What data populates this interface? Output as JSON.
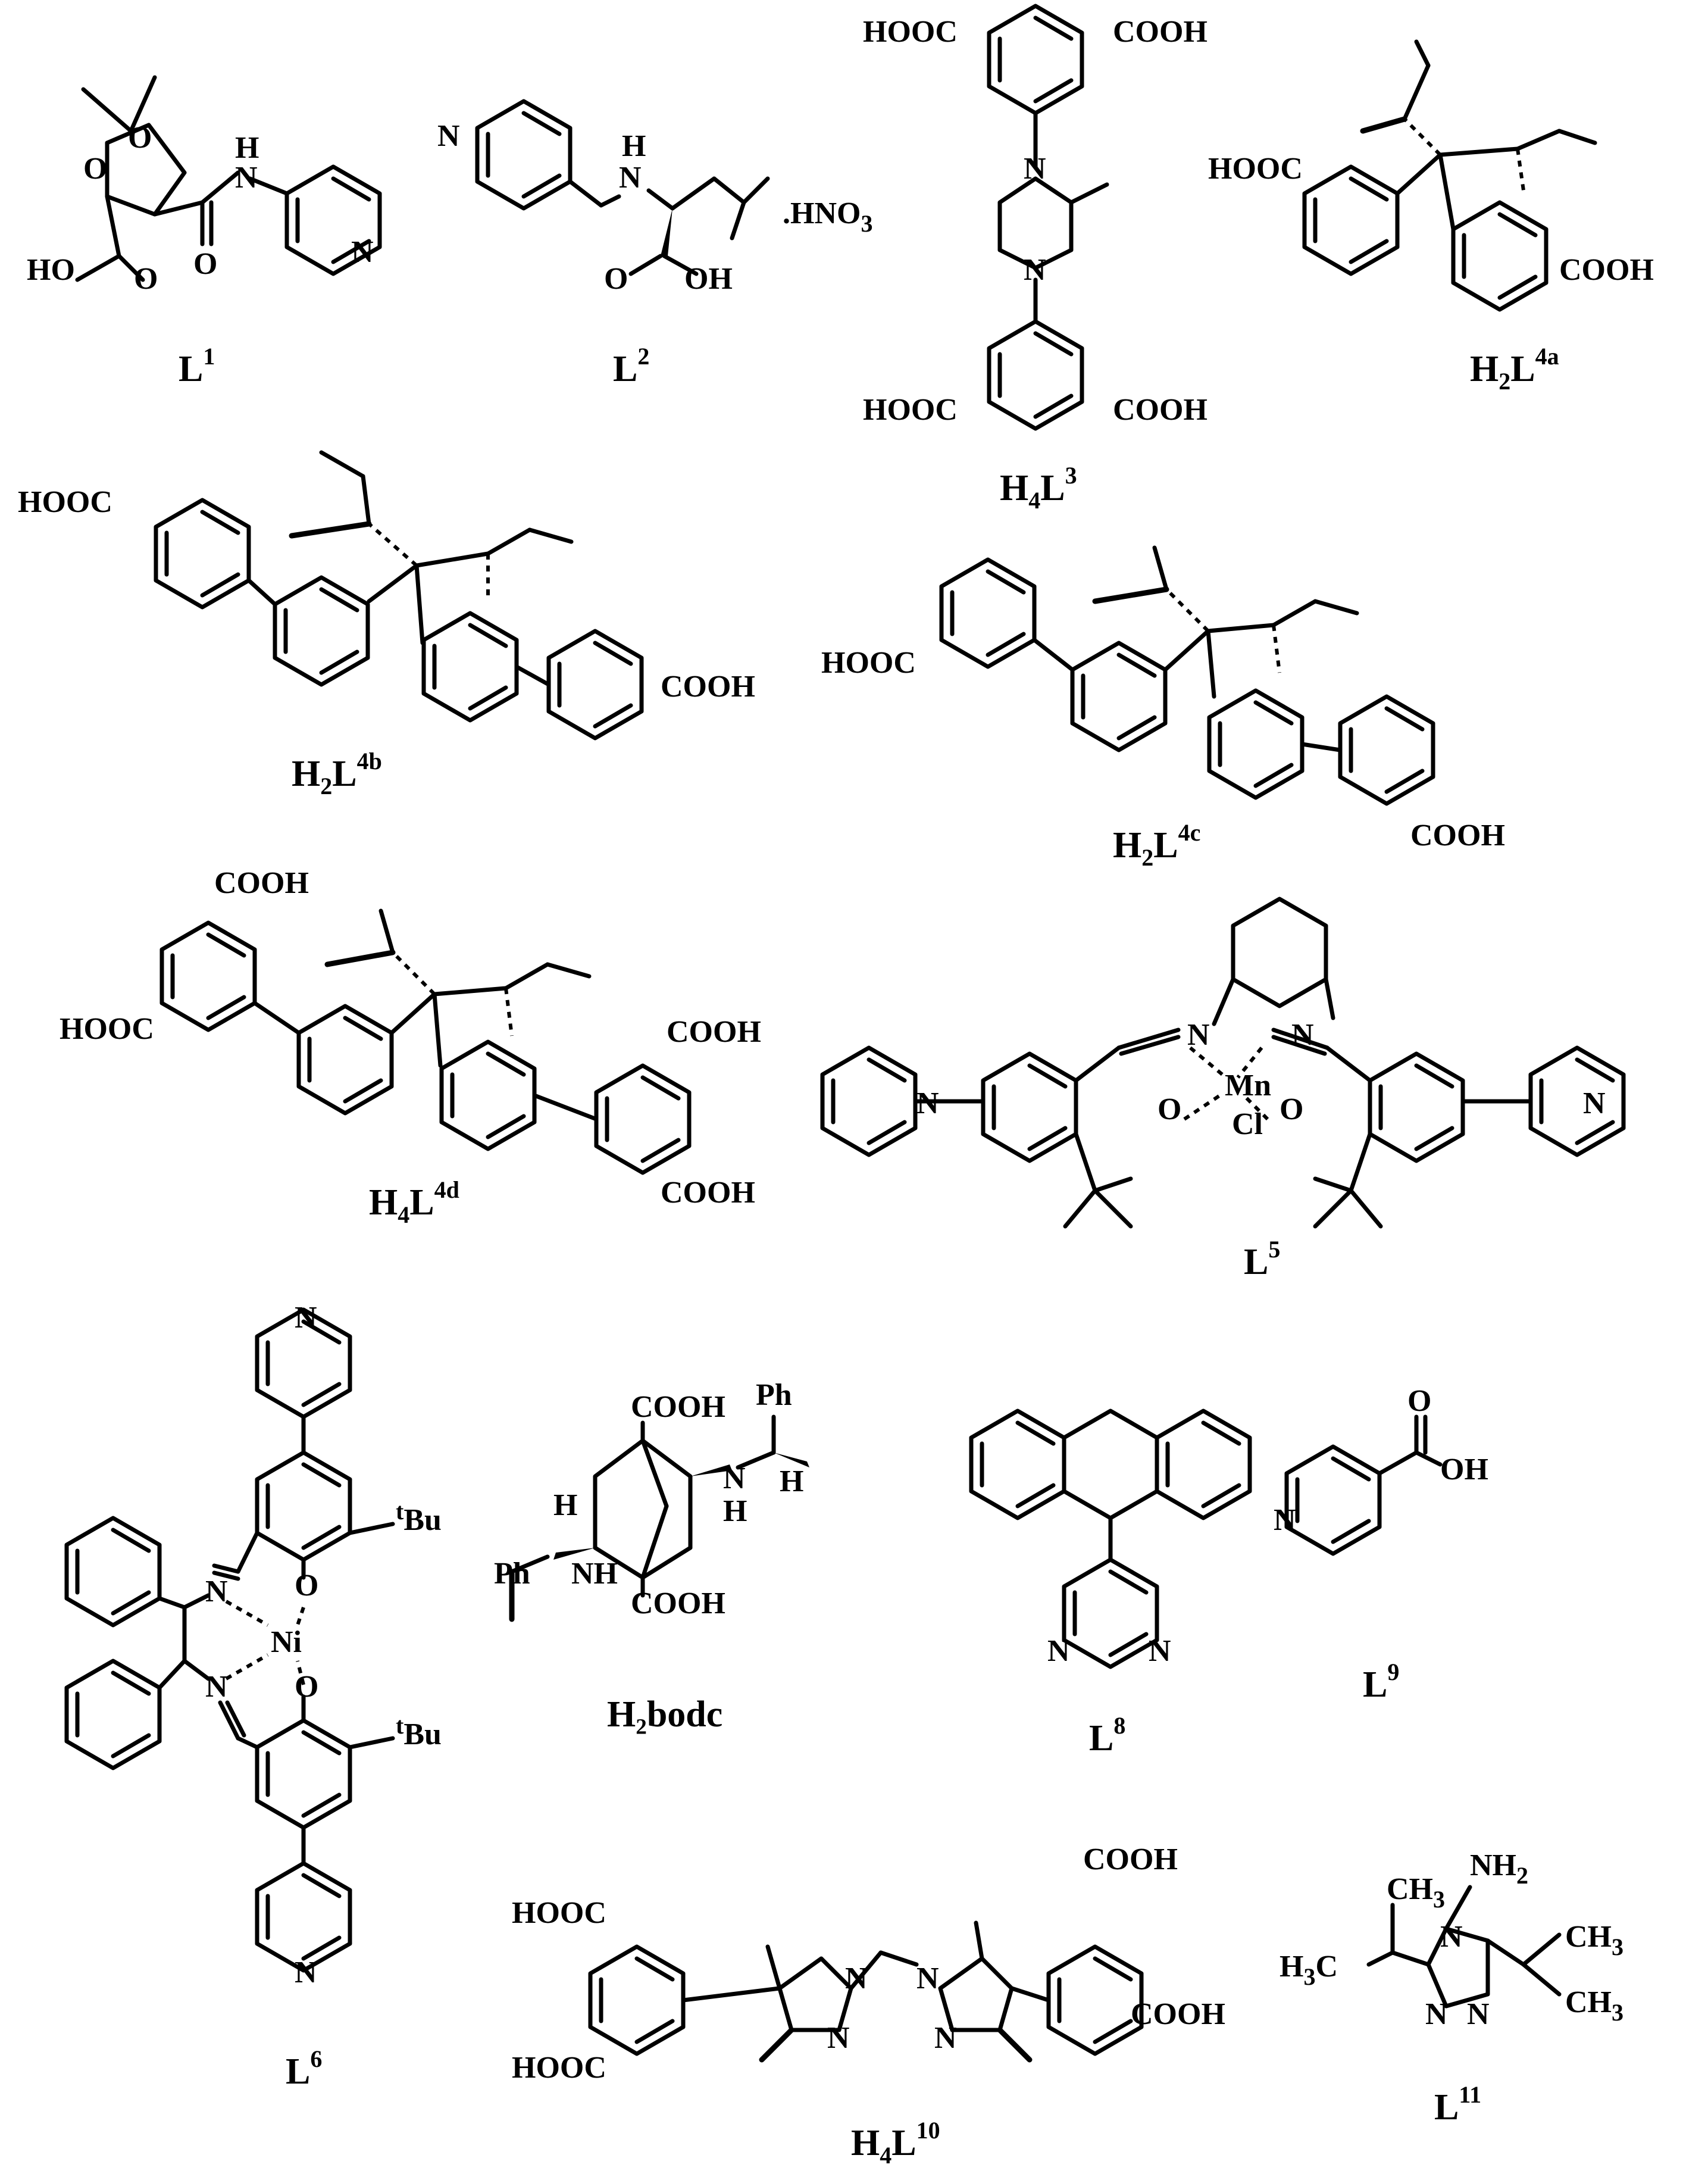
{
  "labels": {
    "L1": {
      "base": "L",
      "sup": "1"
    },
    "L2": {
      "base": "L",
      "sup": "2"
    },
    "H4L3": {
      "pre": "H",
      "presub": "4",
      "base": "L",
      "sup": "3"
    },
    "H2L4a": {
      "pre": "H",
      "presub": "2",
      "base": "L",
      "sup": "4a"
    },
    "H2L4b": {
      "pre": "H",
      "presub": "2",
      "base": "L",
      "sup": "4b"
    },
    "H2L4c": {
      "pre": "H",
      "presub": "2",
      "base": "L",
      "sup": "4c"
    },
    "H4L4d": {
      "pre": "H",
      "presub": "4",
      "base": "L",
      "sup": "4d"
    },
    "L5": {
      "base": "L",
      "sup": "5"
    },
    "L6": {
      "base": "L",
      "sup": "6"
    },
    "H2bodc": {
      "text": "H₂bodc"
    },
    "L8": {
      "base": "L",
      "sup": "8"
    },
    "L9": {
      "base": "L",
      "sup": "9"
    },
    "H4L10": {
      "pre": "H",
      "presub": "4",
      "base": "L",
      "sup": "10"
    },
    "L11": {
      "base": "L",
      "sup": "11"
    }
  },
  "atoms": {
    "cooh": "COOH",
    "hooc": "HOOC",
    "ho": "HO",
    "oh": "OH",
    "o": "O",
    "n": "N",
    "h": "H",
    "nh": "NH",
    "hno3_prefix": ".HNO",
    "hno3_sub": "3",
    "mn": "Mn",
    "cl": "Cl",
    "ni": "Ni",
    "tbu_sup": "t",
    "tbu": "Bu",
    "ph": "Ph",
    "ch3": "CH",
    "ch3_sub": "3",
    "h3c_pre": "H",
    "h3c_sub": "3",
    "h3c_post": "C",
    "nh2": "NH",
    "nh2_sub": "2"
  }
}
